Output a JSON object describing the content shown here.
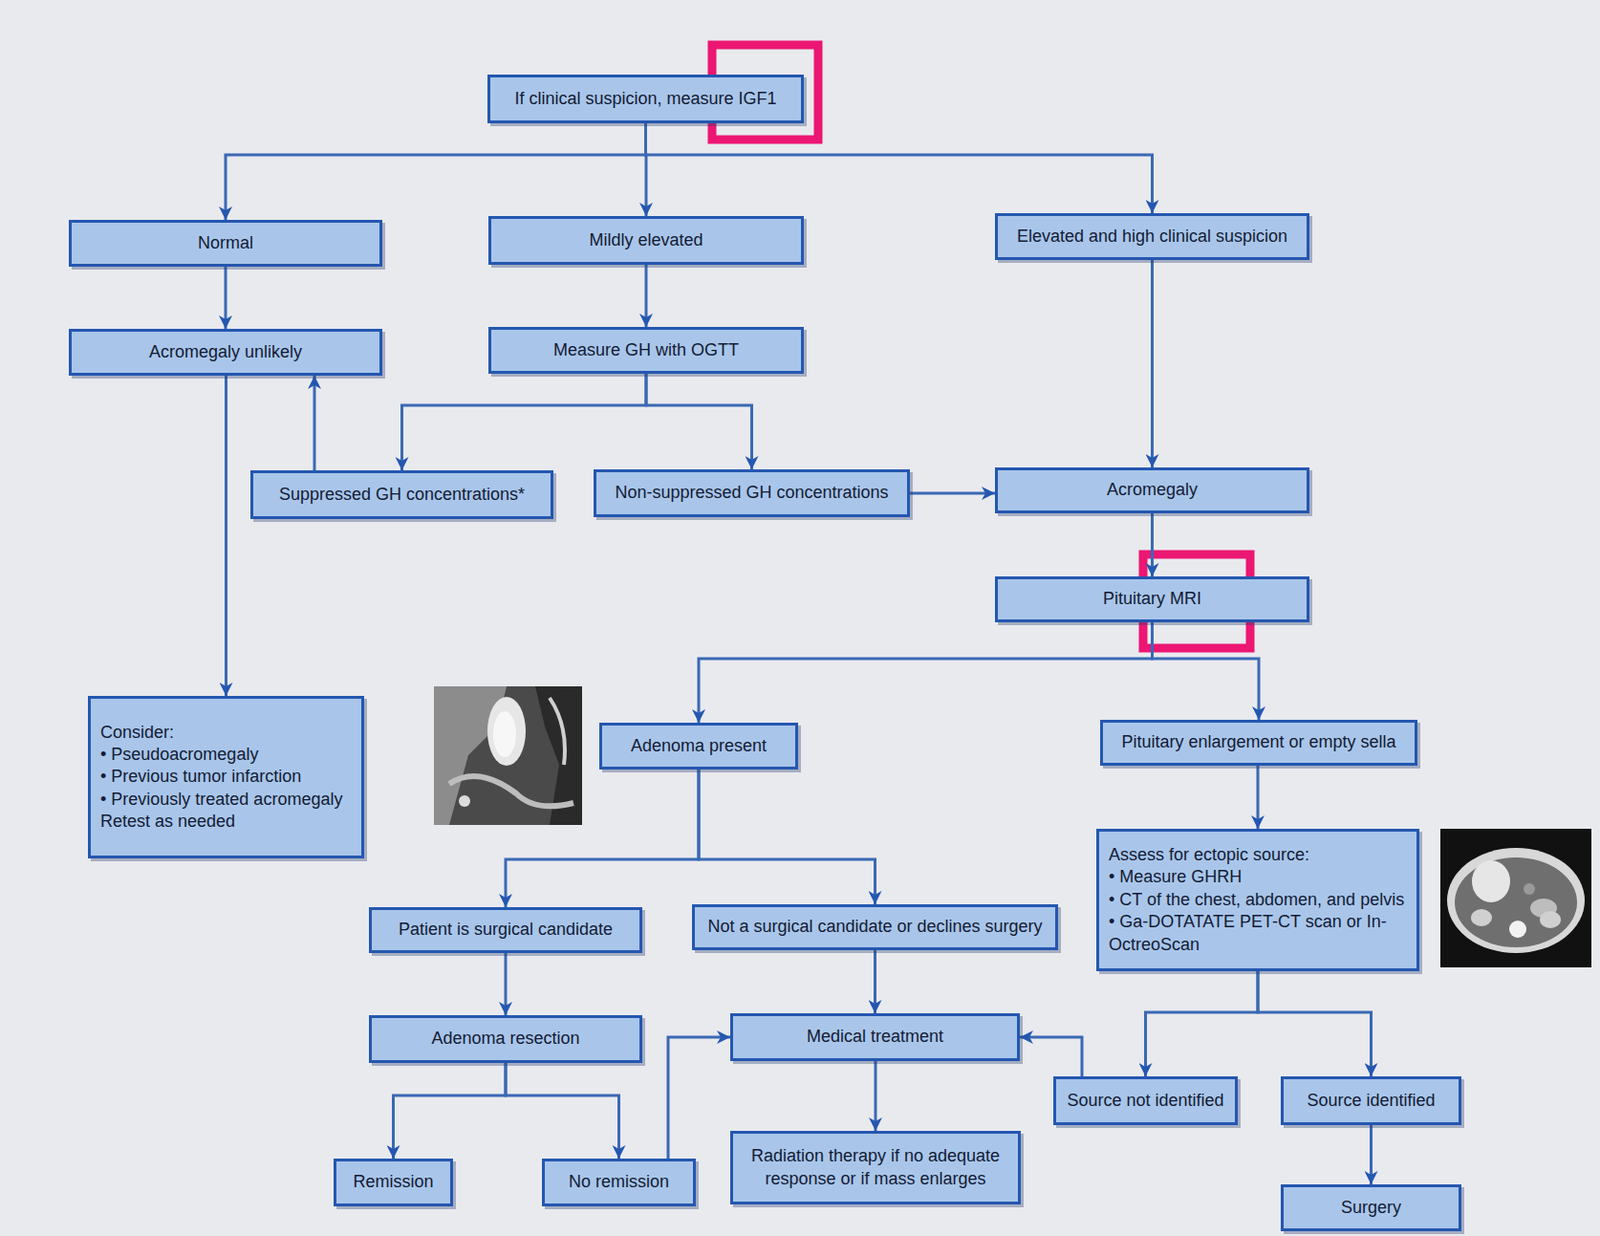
{
  "diagram": {
    "nodes": [
      {
        "text": [
          "If clinical suspicion, measure IGF1"
        ]
      },
      {
        "text": [
          "Normal"
        ]
      },
      {
        "text": [
          "Mildly elevated"
        ]
      },
      {
        "text": [
          "Elevated and high clinical suspicion"
        ]
      },
      {
        "text": [
          "Acromegaly unlikely"
        ]
      },
      {
        "text": [
          "Measure GH with OGTT"
        ]
      },
      {
        "text": [
          "Suppressed GH concentrations*"
        ]
      },
      {
        "text": [
          "Non-suppressed GH concentrations"
        ]
      },
      {
        "text": [
          "Acromegaly"
        ]
      },
      {
        "text": [
          "Pituitary MRI"
        ]
      },
      {
        "text": [
          "Consider:",
          "• Pseudoacromegaly",
          "• Previous tumor infarction",
          "• Previously treated acromegaly",
          "Retest as needed"
        ]
      },
      {
        "text": [
          "Adenoma present"
        ]
      },
      {
        "text": [
          "Pituitary enlargement or empty sella"
        ]
      },
      {
        "text": [
          "Assess for ectopic source:",
          "• Measure GHRH",
          "• CT of the chest, abdomen, and pelvis",
          "• Ga-DOTATATE PET-CT scan or In-OctreoScan"
        ]
      },
      {
        "text": [
          "Patient is surgical candidate"
        ]
      },
      {
        "text": [
          "Not a surgical candidate or declines surgery"
        ]
      },
      {
        "text": [
          "Adenoma resection"
        ]
      },
      {
        "text": [
          "Medical treatment"
        ]
      },
      {
        "text": [
          "Source not identified"
        ]
      },
      {
        "text": [
          "Source identified"
        ]
      },
      {
        "text": [
          "Remission"
        ]
      },
      {
        "text": [
          "No remission"
        ]
      },
      {
        "text": [
          "Radiation therapy if no adequate response or if mass enlarges"
        ]
      },
      {
        "text": [
          "Surgery"
        ]
      }
    ],
    "edges": [
      {
        "from": 0,
        "to": 1,
        "arrow": "to"
      },
      {
        "from": 0,
        "to": 2,
        "arrow": "to"
      },
      {
        "from": 0,
        "to": 3,
        "arrow": "to"
      },
      {
        "from": 1,
        "to": 4,
        "arrow": "to"
      },
      {
        "from": 2,
        "to": 5,
        "arrow": "to"
      },
      {
        "from": 3,
        "to": 8,
        "arrow": "to"
      },
      {
        "from": 5,
        "to": 6,
        "arrow": "to"
      },
      {
        "from": 5,
        "to": 7,
        "arrow": "to"
      },
      {
        "from": 6,
        "to": 4,
        "arrow": "to"
      },
      {
        "from": 7,
        "to": 8,
        "arrow": "to"
      },
      {
        "from": 4,
        "to": 10,
        "arrow": "to"
      },
      {
        "from": 8,
        "to": 9,
        "arrow": "to"
      },
      {
        "from": 9,
        "to": 11,
        "arrow": "to"
      },
      {
        "from": 9,
        "to": 12,
        "arrow": "to"
      },
      {
        "from": 12,
        "to": 13,
        "arrow": "to"
      },
      {
        "from": 11,
        "to": 14,
        "arrow": "to"
      },
      {
        "from": 11,
        "to": 15,
        "arrow": "to"
      },
      {
        "from": 13,
        "to": 18,
        "arrow": "to"
      },
      {
        "from": 13,
        "to": 19,
        "arrow": "to"
      },
      {
        "from": 14,
        "to": 16,
        "arrow": "to"
      },
      {
        "from": 15,
        "to": 17,
        "arrow": "to"
      },
      {
        "from": 16,
        "to": 20,
        "arrow": "to"
      },
      {
        "from": 16,
        "to": 21,
        "arrow": "to"
      },
      {
        "from": 21,
        "to": 17,
        "arrow": "to"
      },
      {
        "from": 18,
        "to": 17,
        "arrow": "to"
      },
      {
        "from": 17,
        "to": 22,
        "arrow": "to"
      },
      {
        "from": 19,
        "to": 23,
        "arrow": "to"
      }
    ]
  }
}
